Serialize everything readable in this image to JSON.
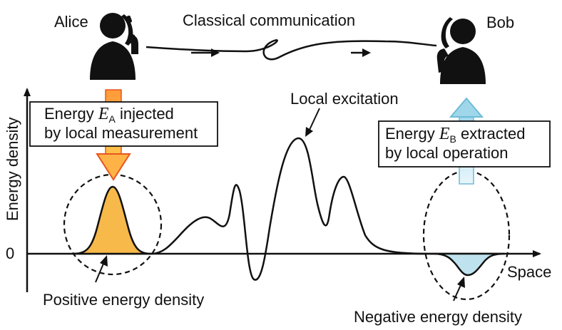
{
  "people": {
    "alice": {
      "name": "Alice",
      "icon": "person-phone-icon"
    },
    "bob": {
      "name": "Bob",
      "icon": "person-phone-icon"
    }
  },
  "communication": {
    "label": "Classical communication"
  },
  "axes": {
    "y_label": "Energy density",
    "x_label": "Space",
    "origin_label": "0"
  },
  "annotations": {
    "local_excitation": "Local excitation",
    "positive_density": "Positive energy density",
    "negative_density": "Negative energy density"
  },
  "box_alice": {
    "line1_pre": "Energy ",
    "symbol": "E",
    "subscript": "A",
    "line1_post": " injected",
    "line2": "by local measurement"
  },
  "box_bob": {
    "line1_pre": "Energy ",
    "symbol": "E",
    "subscript": "B",
    "line1_post": " extracted",
    "line2": "by local operation"
  },
  "colors": {
    "positive_fill": "#f6b94a",
    "negative_fill": "#bfe3ee",
    "arrow_down_top": "#ffb347",
    "arrow_down_edge": "#e8551f",
    "arrow_up_top": "#d9f0f8",
    "arrow_up_edge": "#6fbcd6"
  }
}
